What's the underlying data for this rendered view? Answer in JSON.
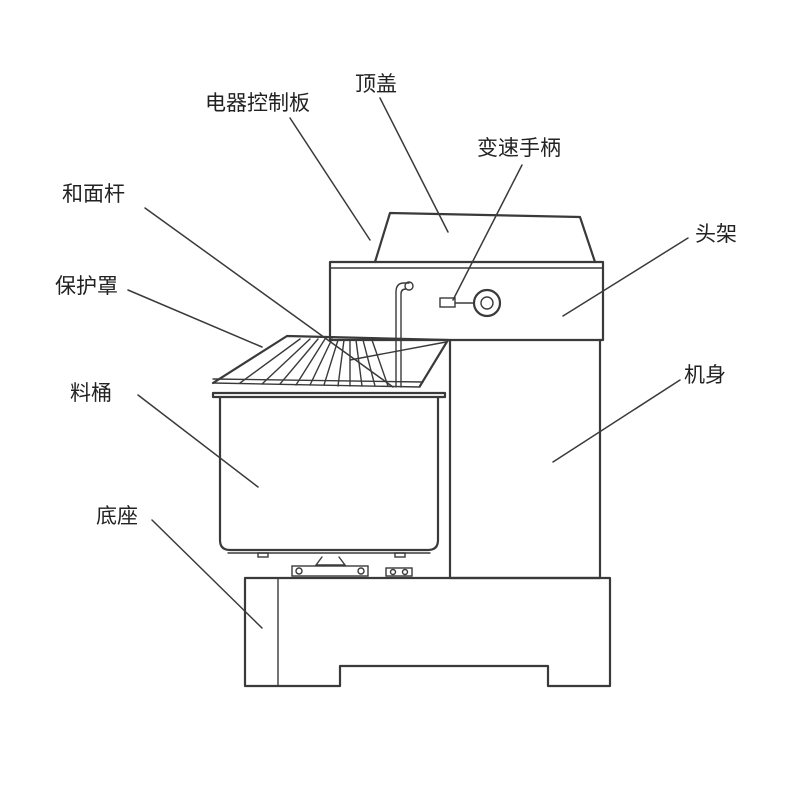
{
  "labels": {
    "control_panel": "电器控制板",
    "top_cover": "顶盖",
    "speed_handle": "变速手柄",
    "mixing_rod": "和面杆",
    "head_frame": "头架",
    "guard": "保护罩",
    "body": "机身",
    "bowl": "料桶",
    "base": "底座"
  }
}
